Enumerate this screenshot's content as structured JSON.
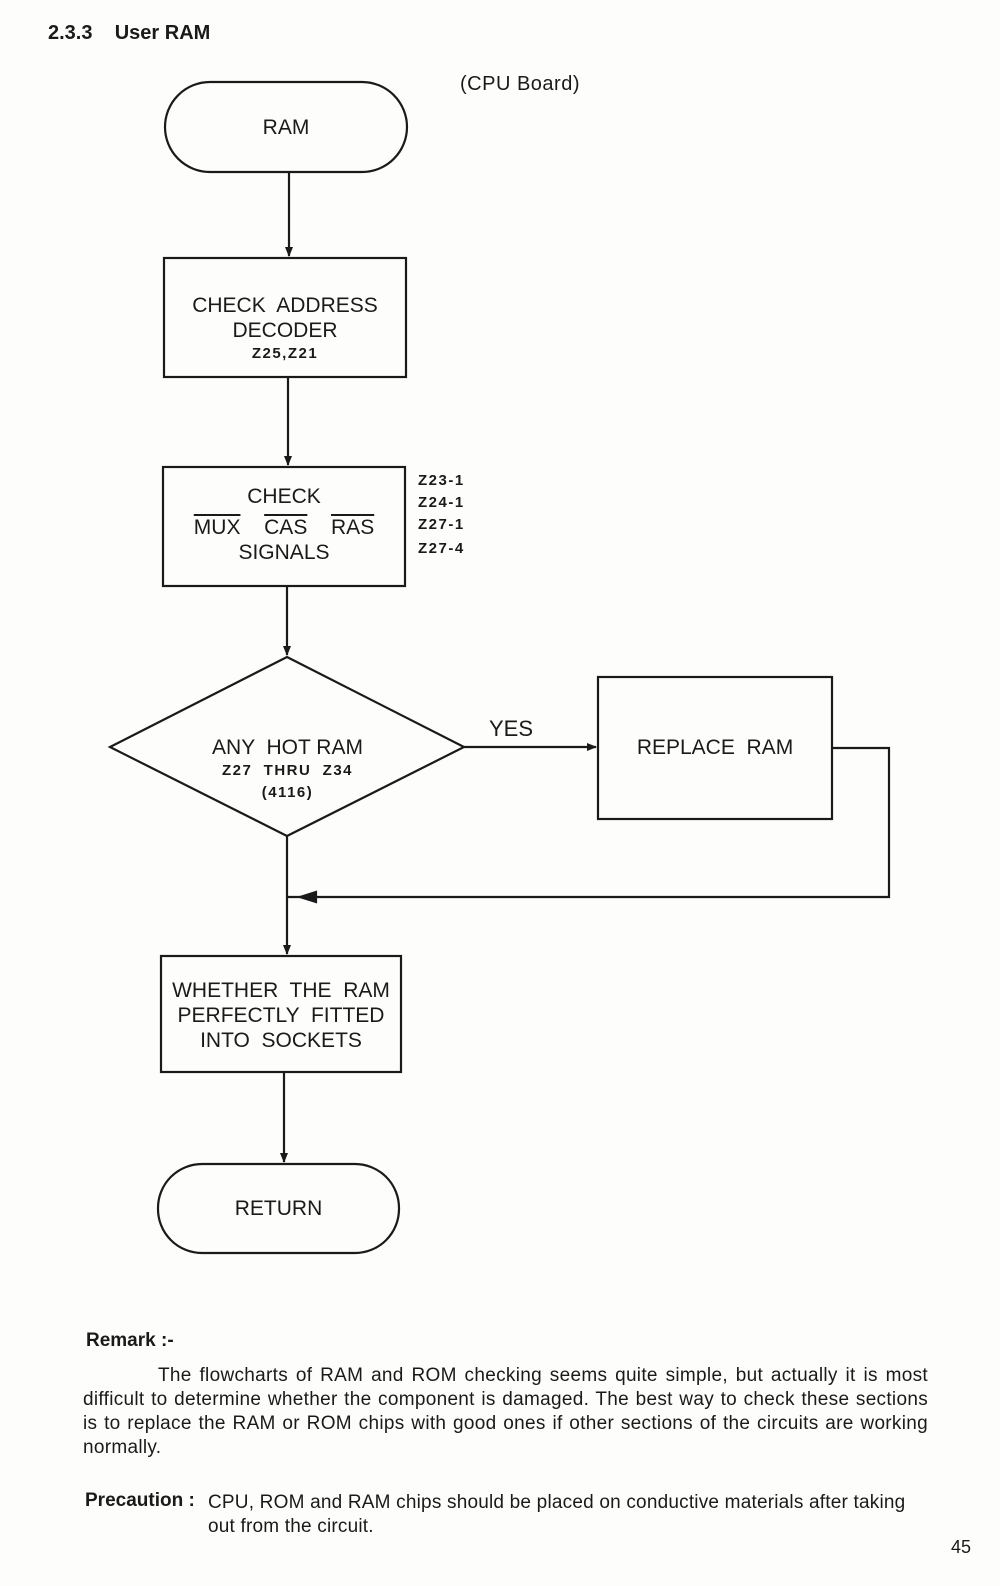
{
  "heading": {
    "number": "2.3.3",
    "title": "User RAM"
  },
  "board_label": "(CPU Board)",
  "flowchart": {
    "start": {
      "label": "RAM"
    },
    "check_address": {
      "lines": [
        "CHECK  ADDRESS",
        "DECODER"
      ],
      "chips": "Z25,Z21"
    },
    "check_signals": {
      "line1": "CHECK",
      "signals": [
        "MUX",
        "CAS",
        "RAS"
      ],
      "line3": "SIGNALS",
      "side_chips": [
        "Z23-1",
        "Z24-1",
        "Z27-1",
        "Z27-4"
      ]
    },
    "decision": {
      "line1": "ANY  HOT RAM",
      "line2": "Z27  THRU  Z34",
      "line3": "(4116)"
    },
    "yes_label": "YES",
    "replace": {
      "label": "REPLACE  RAM"
    },
    "fitted": {
      "lines": [
        "WHETHER  THE  RAM",
        "PERFECTLY  FITTED",
        "INTO  SOCKETS"
      ]
    },
    "end": {
      "label": "RETURN"
    }
  },
  "remark": {
    "title": "Remark :-",
    "body": "The flowcharts of RAM and ROM checking seems quite simple, but actually it is most difficult to determine whether the component is damaged.  The best way to check these sections is to replace the RAM or ROM chips with good ones if other sections of the circuits are working normally."
  },
  "precaution": {
    "title": "Precaution :",
    "body": "CPU, ROM and RAM chips should be placed on conductive materials after taking out from the circuit."
  },
  "page_number": "45",
  "colors": {
    "ink": "#1a1a1a",
    "paper": "#fdfdfb"
  }
}
